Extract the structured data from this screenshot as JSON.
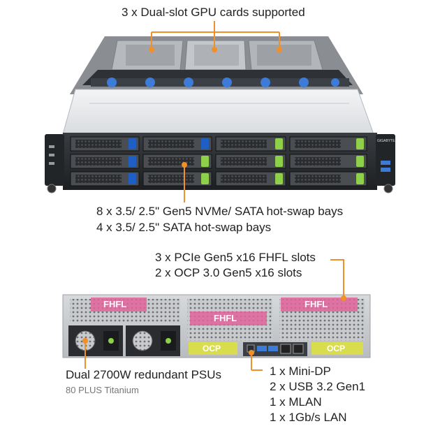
{
  "top": {
    "caption": "3 x Dual-slot GPU cards supported"
  },
  "front": {
    "bays_line1": "8 x 3.5/ 2.5\" Gen5 NVMe/ SATA hot-swap bays",
    "bays_line2": "4 x 3.5/ 2.5\" SATA hot-swap bays",
    "ear_label": "GIGABYTE"
  },
  "rear": {
    "slots_line1": "3 x PCIe Gen5 x16 FHFL slots",
    "slots_line2": "2 x OCP 3.0 Gen5 x16 slots",
    "fhfl_label": "FHFL",
    "ocp_label": "OCP",
    "psu_title": "Dual 2700W redundant PSUs",
    "psu_sub": "80 PLUS Titanium",
    "io": [
      "1 x Mini-DP",
      "2 x USB 3.2 Gen1",
      "1 x MLAN",
      "1 x 1Gb/s LAN"
    ]
  },
  "colors": {
    "callout": "#f0902a",
    "nvme_tab": "#8ed04a",
    "sata_tab": "#1f5fc4",
    "fhfl": "#e0649a",
    "ocp": "#dde23a"
  }
}
